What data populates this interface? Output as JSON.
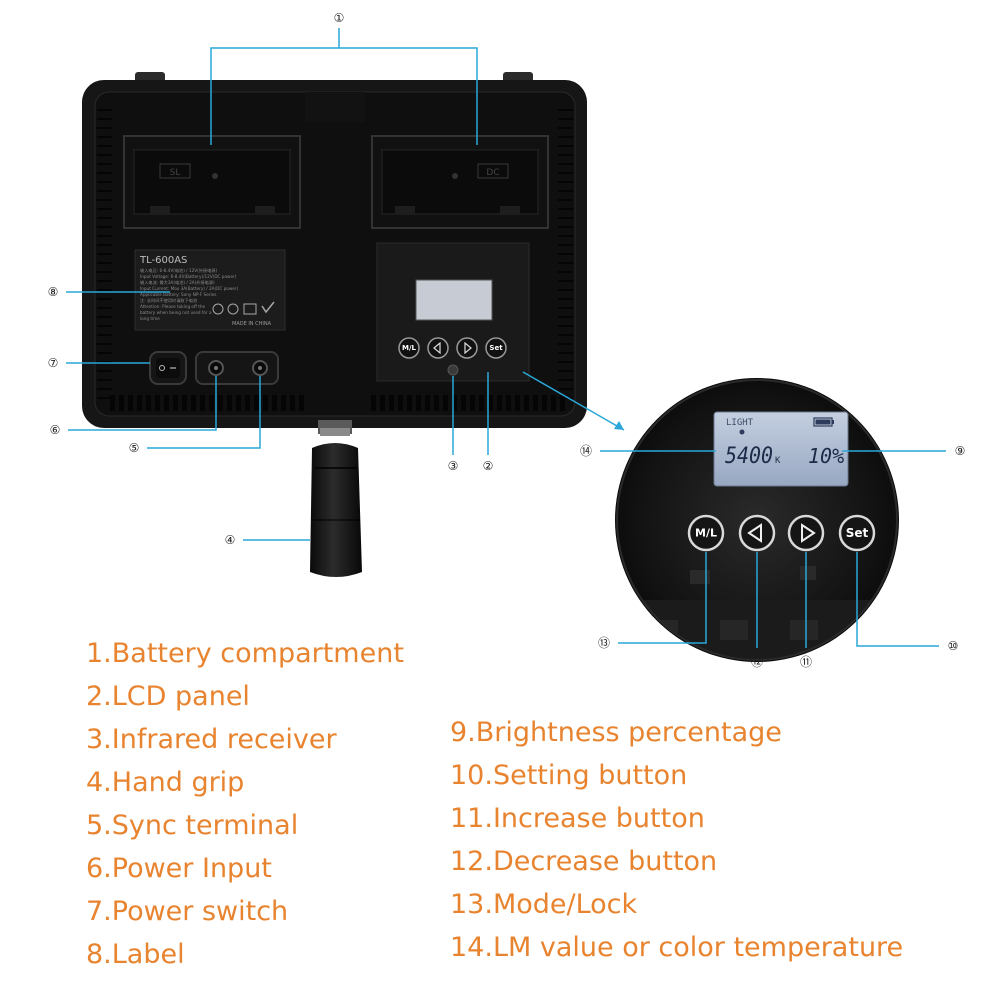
{
  "device": {
    "model": "TL-600AS",
    "spec_lines": [
      "输入电压: 6-8.4V(电池) / 12V(外接电源)",
      "Input Voltage: 6-8.4V(Battery)/12V(DC power)",
      "输入电流: 最大3A(电池) / 2A(外接电源)",
      "Input Current: Max 3A(Battery) / 2A(DC power)",
      "Applicable Battery: Sony NP-F Series",
      "注: 长时间不使用时请取下电池",
      "Attention: Please taking off the",
      "battery when being not used for a",
      "long time"
    ],
    "made_in": "MADE IN CHINA",
    "battery_slot_marks": [
      "SL",
      "DC"
    ]
  },
  "buttons": {
    "mode": "M/L",
    "decrease": "◁",
    "increase": "▷",
    "set": "Set"
  },
  "lcd": {
    "title": "LIGHT",
    "value": "5400",
    "unit": "K",
    "percent": "10%",
    "battery_level": 1.0
  },
  "callouts": [
    "①",
    "②",
    "③",
    "④",
    "⑤",
    "⑥",
    "⑦",
    "⑧",
    "⑨",
    "⑩",
    "⑪",
    "⑫",
    "⑬",
    "⑭"
  ],
  "legend_left": [
    "1.Battery compartment",
    "2.LCD panel",
    "3.Infrared receiver",
    "4.Hand grip",
    "5.Sync terminal",
    "6.Power Input",
    "7.Power switch",
    "8.Label"
  ],
  "legend_right": [
    "9.Brightness percentage",
    "10.Setting button",
    "11.Increase button",
    "12.Decrease button",
    "13.Mode/Lock",
    "14.LM value or color temperature"
  ],
  "colors": {
    "legend_text": "#e8842f",
    "leader_line": "#2aa7d8",
    "body": "#141414",
    "lcd_background": "#a9b7cd"
  }
}
